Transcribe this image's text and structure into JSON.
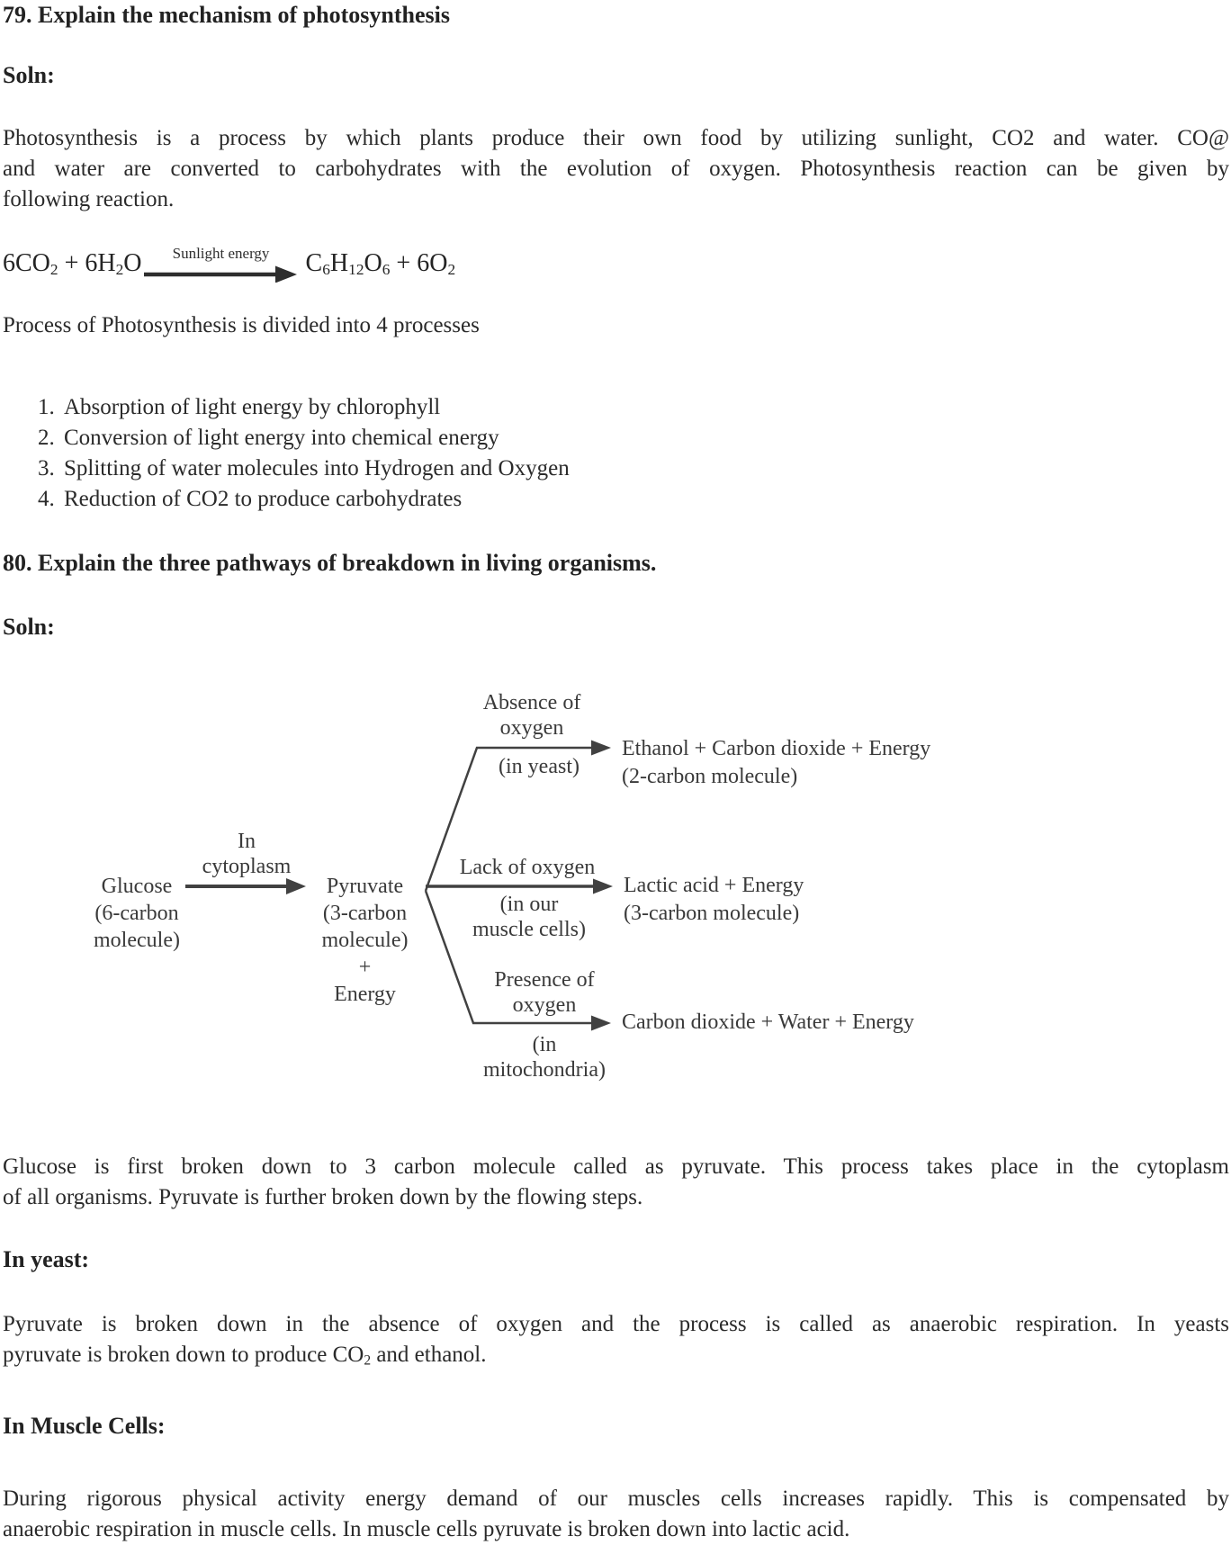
{
  "colors": {
    "text": "#2a2a2a",
    "heading": "#222222",
    "diagram_text": "#3a3a3a",
    "diagram_line": "#414141",
    "background": "#ffffff"
  },
  "q79": {
    "heading": "79. Explain the mechanism of photosynthesis",
    "soln_label": "Soln:",
    "intro_lines": [
      "Photosynthesis is a process by which plants produce their own food by utilizing sunlight, CO2 and water. CO@",
      "and water are converted to carbohydrates with the evolution of oxygen. Photosynthesis reaction can be given by",
      "following reaction."
    ],
    "equation": {
      "lhs": [
        "6CO",
        {
          "sub": "2"
        },
        " + 6H",
        {
          "sub": "2"
        },
        "O"
      ],
      "arrow_label": "Sunlight energy",
      "rhs": [
        "C",
        {
          "sub": "6"
        },
        "H",
        {
          "sub": "12"
        },
        "O",
        {
          "sub": "6"
        },
        " + 6O",
        {
          "sub": "2"
        }
      ]
    },
    "process_line": "Process of Photosynthesis is divided into 4 processes",
    "step_markers": [
      "1.",
      "2.",
      "3.",
      "4."
    ],
    "steps": [
      "Absorption of light energy by chlorophyll",
      "Conversion of light energy into chemical energy",
      "Splitting of water molecules into Hydrogen and Oxygen",
      "Reduction of CO2 to produce carbohydrates"
    ]
  },
  "q80": {
    "heading": "80. Explain the three pathways of breakdown in living organisms.",
    "soln_label": "Soln:",
    "diagram": {
      "glucose_node": [
        "Glucose",
        "(6-carbon",
        "molecule)"
      ],
      "cytoplasm_label": [
        "In",
        "cytoplasm"
      ],
      "pyruvate_node": [
        "Pyruvate",
        "(3-carbon",
        "molecule)",
        "+",
        "Energy"
      ],
      "branches": [
        {
          "condition": [
            "Absence of",
            "oxygen"
          ],
          "location": [
            "(in yeast)"
          ],
          "result": [
            "Ethanol + Carbon dioxide + Energy",
            "(2-carbon molecule)"
          ]
        },
        {
          "condition": [
            "Lack of oxygen"
          ],
          "location": [
            "(in our",
            "muscle cells)"
          ],
          "result": [
            "Lactic acid + Energy",
            "(3-carbon molecule)"
          ]
        },
        {
          "condition": [
            "Presence of",
            "oxygen"
          ],
          "location": [
            "(in",
            "mitochondria)"
          ],
          "result": [
            "Carbon dioxide + Water + Energy"
          ]
        }
      ]
    },
    "para_lines": [
      "Glucose is first broken down to 3 carbon molecule called as pyruvate. This process takes place in the cytoplasm",
      "of all organisms. Pyruvate is further broken down by the flowing steps."
    ],
    "yeast_heading": "In yeast:",
    "yeast_para": [
      [
        "Pyruvate is broken down in the absence of oxygen and the process is called as anaerobic respiration. In yeasts"
      ],
      [
        "pyruvate is broken down to produce CO",
        {
          "sub": "2"
        },
        " and ethanol."
      ]
    ],
    "muscle_heading": "In Muscle Cells:",
    "muscle_para": [
      "During rigorous physical activity energy demand of our muscles cells increases rapidly. This is compensated by",
      "anaerobic respiration in muscle cells. In muscle cells pyruvate is broken down into lactic acid."
    ]
  }
}
